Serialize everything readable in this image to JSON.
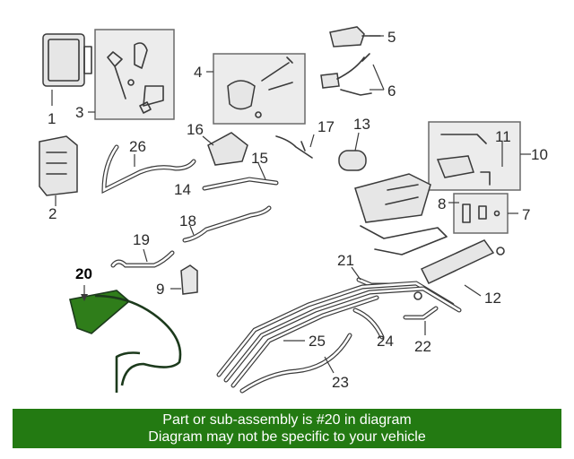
{
  "diagram": {
    "callouts": [
      "1",
      "2",
      "3",
      "4",
      "5",
      "6",
      "7",
      "8",
      "9",
      "10",
      "11",
      "12",
      "13",
      "14",
      "15",
      "16",
      "17",
      "18",
      "19",
      "20",
      "21",
      "22",
      "23",
      "24",
      "25",
      "26"
    ],
    "highlighted_callout": "20",
    "highlight_color": "#2f7d1a"
  },
  "banner": {
    "line1": "Part or sub-assembly is #20 in diagram",
    "line2": "Diagram may not be specific to your vehicle",
    "background": "#237a12",
    "text_color": "#ffffff"
  }
}
